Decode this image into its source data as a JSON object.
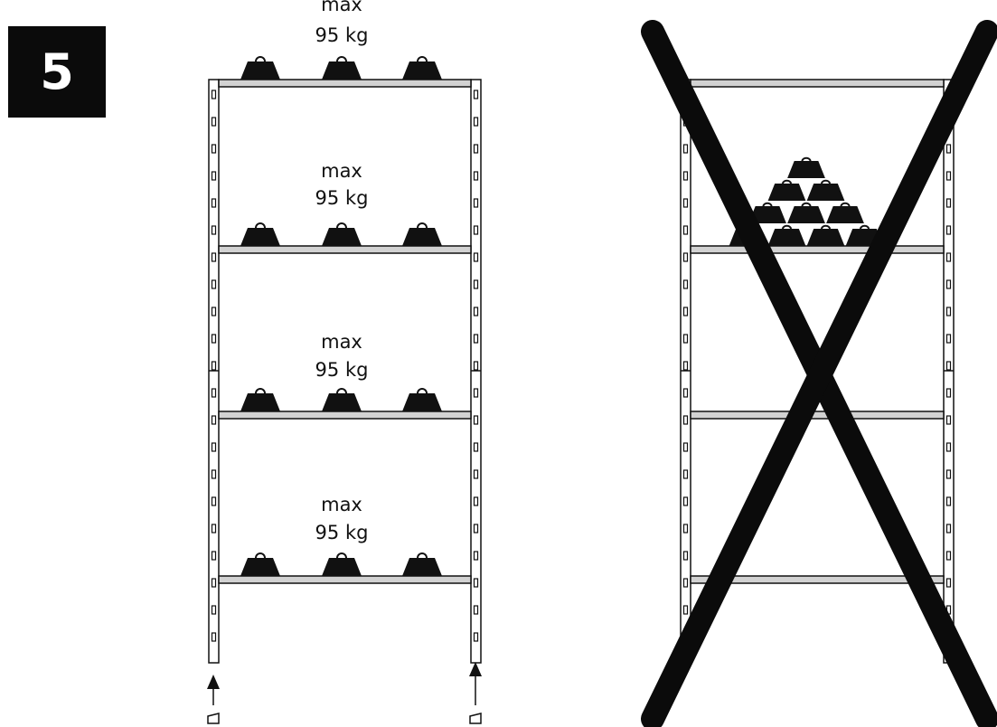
{
  "step": {
    "number": "5"
  },
  "colors": {
    "ink": "#111111",
    "shelf_fill": "#d2d2d2",
    "background": "#ffffff"
  },
  "allowed": {
    "shelves": [
      {
        "label_line1": "max",
        "label_line2": "95 kg"
      },
      {
        "label_line1": "max",
        "label_line2": "95 kg"
      },
      {
        "label_line1": "max",
        "label_line2": "95 kg"
      },
      {
        "label_line1": "max",
        "label_line2": "95 kg"
      }
    ],
    "weights_per_shelf": 3,
    "icon": "weight-icon"
  },
  "forbidden": {
    "stacked_weights_rows": [
      1,
      2,
      3,
      4
    ],
    "icon": "cross-mark-icon"
  },
  "arrow_icon": "arrow-up-icon"
}
